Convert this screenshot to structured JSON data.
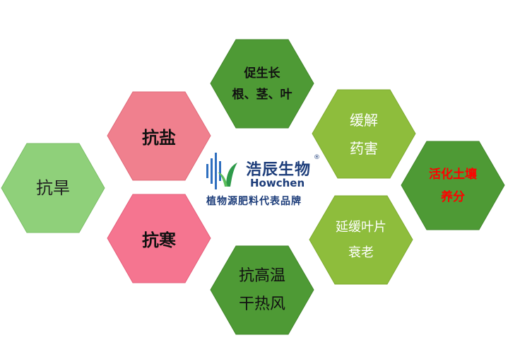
{
  "colors": {
    "light_green": "#8fd07a",
    "pink_light": "#f0808e",
    "pink": "#f57590",
    "dark_green": "#4e9a35",
    "lime_green": "#8ebd3c",
    "brand_blue": "#1d3d7a",
    "red_text": "#ff0000"
  },
  "hexagons": {
    "drought": {
      "lines": [
        "抗旱"
      ]
    },
    "salt": {
      "lines": [
        "抗盐"
      ]
    },
    "cold": {
      "lines": [
        "抗寒"
      ]
    },
    "growth": {
      "lines": [
        "促生长",
        "根、茎、叶"
      ]
    },
    "heat": {
      "lines": [
        "抗高温",
        "干热风"
      ]
    },
    "relieve": {
      "lines": [
        "缓解",
        "药害"
      ]
    },
    "senescence": {
      "lines": [
        "延缓叶片",
        "衰老"
      ]
    },
    "soil": {
      "lines": [
        "活化土壤",
        "养分"
      ]
    }
  },
  "logo": {
    "name_cn": "浩辰生物",
    "registered": "®",
    "name_en": "Howchen",
    "tagline": "植物源肥料代表品牌"
  }
}
